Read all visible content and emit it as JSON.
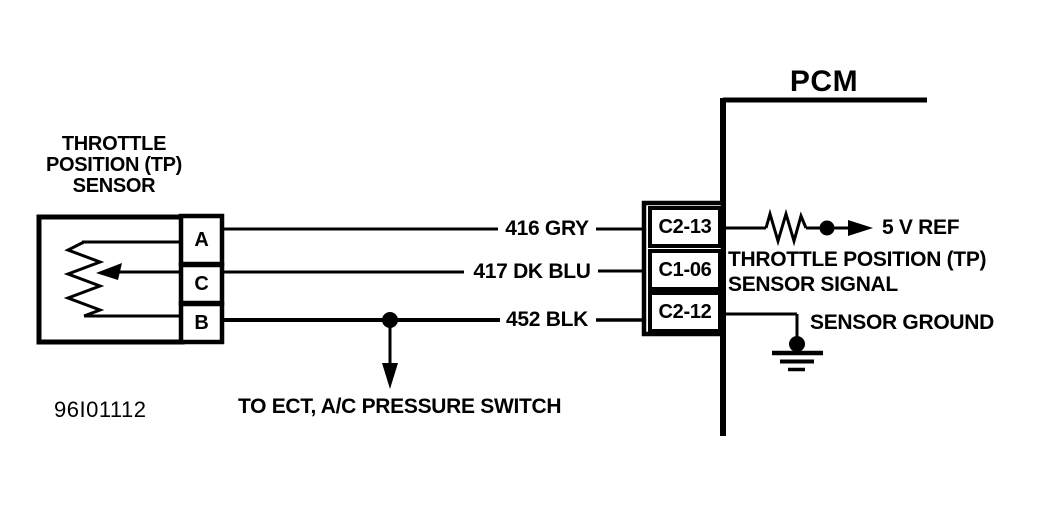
{
  "colors": {
    "ink": "#000000",
    "background": "#ffffff"
  },
  "figure_id": "96I01112",
  "sensor": {
    "title_lines": [
      "THROTTLE",
      "POSITION (TP)",
      "SENSOR"
    ],
    "terminals": [
      {
        "id": "A"
      },
      {
        "id": "C"
      },
      {
        "id": "B"
      }
    ],
    "symbol": "potentiometer-with-wiper-arrow"
  },
  "pcm": {
    "title": "PCM",
    "pins": [
      {
        "id": "C2-13"
      },
      {
        "id": "C1-06"
      },
      {
        "id": "C2-12"
      }
    ],
    "annotations": {
      "ref": "5 V REF",
      "signal_line_1": "THROTTLE POSITION (TP)",
      "signal_line_2": "SENSOR SIGNAL",
      "ground": "SENSOR GROUND"
    }
  },
  "wires": [
    {
      "label": "416 GRY",
      "sensor_terminal": "A",
      "pcm_pin": "C2-13",
      "signal": "5 V REF"
    },
    {
      "label": "417 DK BLU",
      "sensor_terminal": "C",
      "pcm_pin": "C1-06",
      "signal": "THROTTLE POSITION (TP) SENSOR SIGNAL"
    },
    {
      "label": "452 BLK",
      "sensor_terminal": "B",
      "pcm_pin": "C2-12",
      "signal": "SENSOR GROUND",
      "branch": "TO ECT, A/C PRESSURE SWITCH"
    }
  ],
  "branch_note": "TO ECT, A/C PRESSURE SWITCH",
  "symbols": [
    "potentiometer-resistor",
    "wiper-arrow",
    "pullup-resistor",
    "junction-dot",
    "flow-arrow",
    "ground-symbol",
    "branch-arrow"
  ]
}
